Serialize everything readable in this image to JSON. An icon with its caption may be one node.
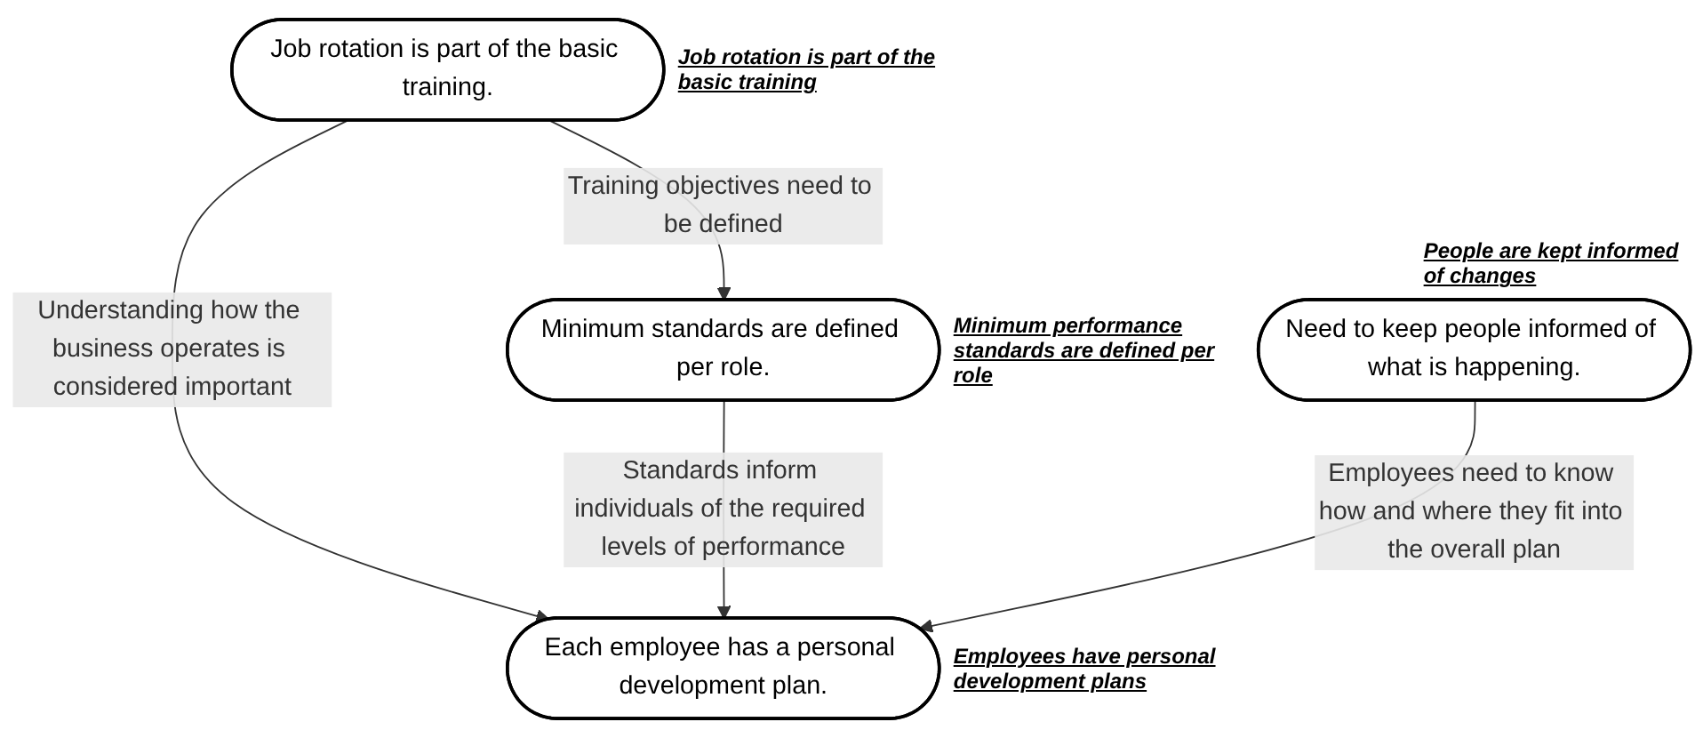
{
  "diagram": {
    "nodes": [
      {
        "text": [
          "Job rotation is part of the basic training."
        ],
        "beside": [
          "Job rotation is part of the basic training"
        ]
      },
      {
        "text": [
          "Minimum standards are defined per role."
        ],
        "beside": [
          "Minimum performance standards are defined per role"
        ]
      },
      {
        "text": [
          "Each employee has a personal development plan."
        ],
        "beside": [
          "Employees have personal development plans"
        ]
      },
      {
        "text": [
          "Need to keep people informed of what is happening."
        ],
        "beside": [
          "People are kept informed of changes"
        ]
      }
    ],
    "edges": [
      {
        "from": 0,
        "to": 1,
        "arrow": "to",
        "label": "Training objectives need to be defined"
      },
      {
        "from": 0,
        "to": 2,
        "arrow": "to",
        "label": "Understanding how the business operates is considered important"
      },
      {
        "from": 1,
        "to": 2,
        "arrow": "to",
        "label": "Standards inform individuals of the required levels of performance"
      },
      {
        "from": 3,
        "to": 2,
        "arrow": "to",
        "label": "Employees need to know how and where they fit into the overall plan"
      }
    ]
  }
}
